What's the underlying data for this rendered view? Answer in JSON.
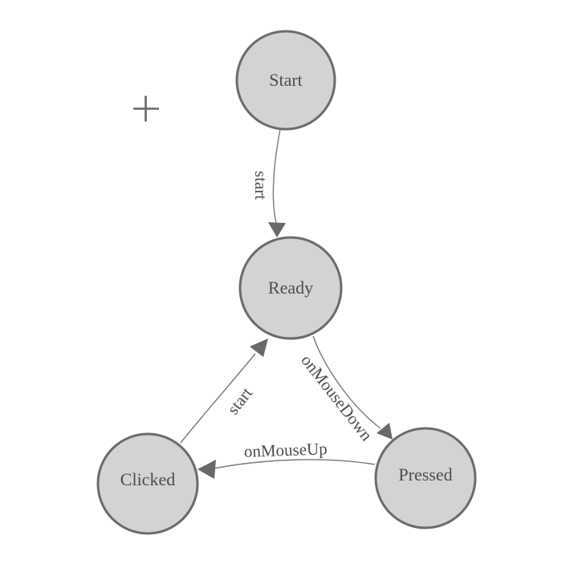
{
  "diagram": {
    "nodes": [
      {
        "id": "start",
        "label": "Start"
      },
      {
        "id": "ready",
        "label": "Ready"
      },
      {
        "id": "clicked",
        "label": "Clicked"
      },
      {
        "id": "pressed",
        "label": "Pressed"
      }
    ],
    "edges": [
      {
        "from": "start",
        "to": "ready",
        "label": "start"
      },
      {
        "from": "ready",
        "to": "pressed",
        "label": "onMouseDown"
      },
      {
        "from": "pressed",
        "to": "clicked",
        "label": "onMouseUp"
      },
      {
        "from": "clicked",
        "to": "ready",
        "label": "start"
      }
    ],
    "colors": {
      "background": "#ffffff",
      "node_fill": "#d3d3d3",
      "node_stroke": "#6b6b6b",
      "edge_stroke": "#7a7a7a",
      "arrow_fill": "#696969",
      "label_text": "#4d4d4d",
      "cursor": "#666666"
    }
  }
}
